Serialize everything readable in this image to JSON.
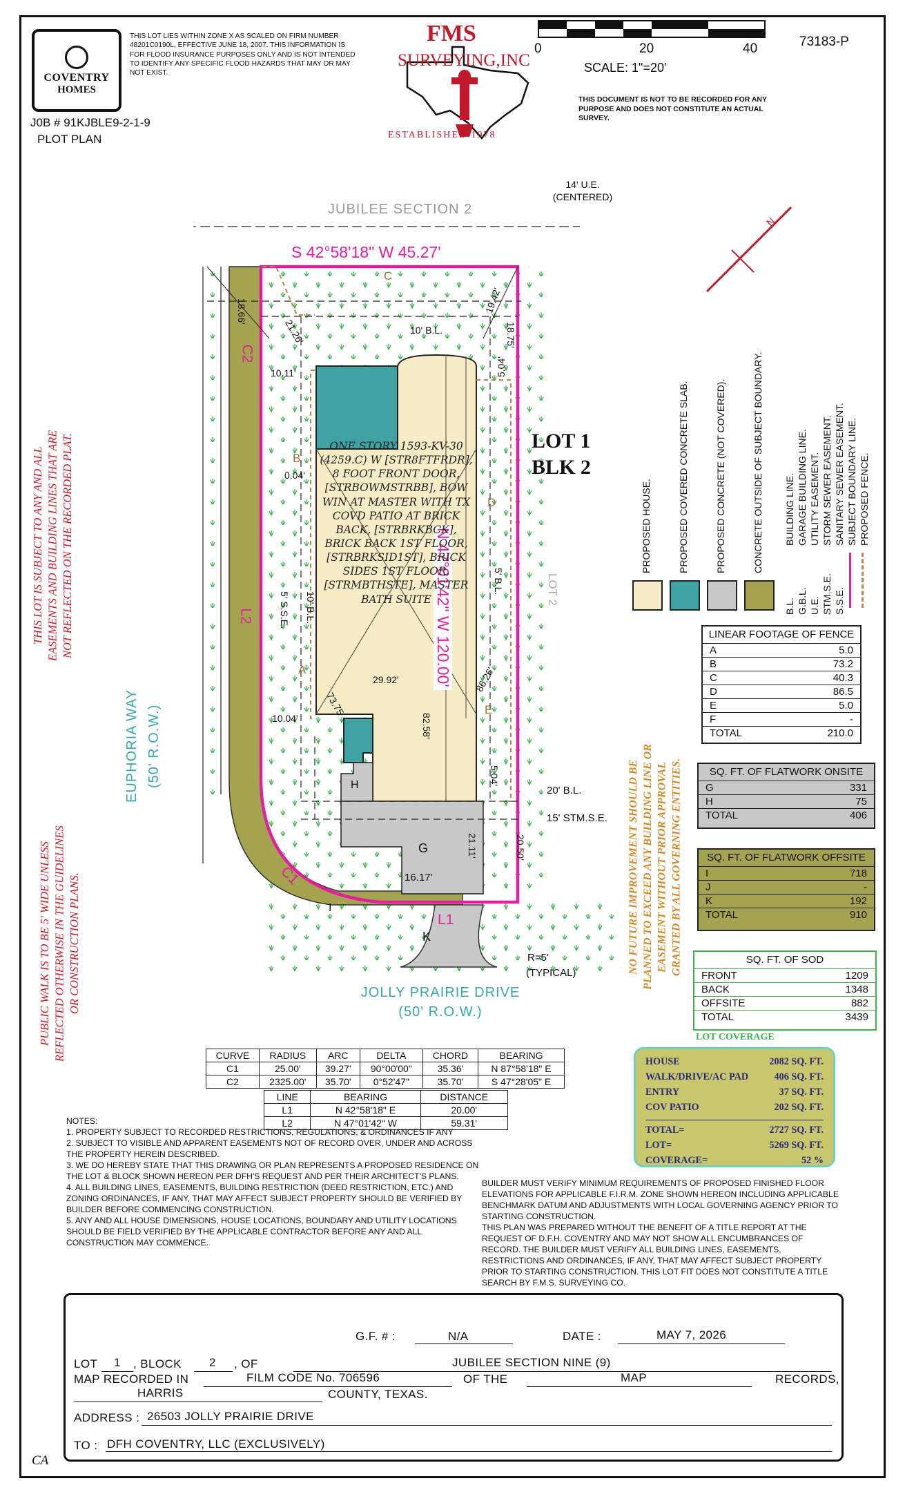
{
  "header": {
    "flood_note": "THIS LOT LIES WITHIN ZONE X AS SCALED ON FIRM NUMBER 48201C0190L, EFFECTIVE JUNE 18, 2007. THIS INFORMATION IS FOR FLOOD INSURANCE PURPOSES ONLY AND IS NOT INTENDED TO IDENTIFY ANY SPECIFIC FLOOD HAZARDS THAT MAY OR MAY NOT EXIST.",
    "logo_line1": "COVENTRY",
    "logo_line2": "HOMES",
    "job_number": "J0B # 91KJBLE9-2-1-9",
    "plot_plan": "PLOT PLAN",
    "surveyor_name": "FMS",
    "surveyor_sub": "SURVEYING,INC",
    "established": "ESTABLISHED 1978",
    "scale_label": "SCALE:  1\"=20'",
    "scale_ticks": [
      "0",
      "20",
      "40"
    ],
    "doc_number": "73183-P",
    "not_survey": "THIS DOCUMENT IS NOT TO BE RECORDED FOR ANY PURPOSE AND DOES NOT CONSTITUTE AN ACTUAL SURVEY."
  },
  "legend": {
    "items": [
      "PROPOSED HOUSE.",
      "PROPOSED COVERED CONCRETE SLAB.",
      "PROPOSED CONCRETE (NOT COVERED).",
      "CONCRETE OUTSIDE OF SUBJECT BOUNDARY."
    ],
    "colors": [
      "#f7ecc6",
      "#3fa3a3",
      "#c8c8c8",
      "#a3a350"
    ],
    "abbrevs": [
      "B.L.",
      "G.B.L.",
      "U.E.",
      "STM.S.E.",
      "S.S.E."
    ],
    "abbrev_meanings": [
      "BUILDING LINE.",
      "GARAGE BUILDING LINE.",
      "UTILITY EASEMENT.",
      "STORM SEWER EASEMENT.",
      "SANITARY SEWER EASEMENT."
    ],
    "subject_line": "SUBJECT BOUNDARY LINE.",
    "fence_line": "PROPOSED FENCE."
  },
  "plan": {
    "top_bearing": "S 42°58'18\" W  45.27'",
    "right_bearing": "N 47°01'42\" W  120.00'",
    "jubilee": "JUBILEE SECTION 2",
    "ue_note": "14' U.E. (CENTERED)",
    "lot_label": "LOT  1",
    "blk_label": "BLK  2",
    "lot2": "LOT 2",
    "euphoria": "EUPHORIA WAY",
    "euphoria_row": "(50' R.O.W.)",
    "jolly": "JOLLY PRAIRIE DRIVE",
    "jolly_row": "(50' R.O.W.)",
    "house_desc": "ONE STORY 1593-KV-30 (4259.C) W [STR8FTFRDR], 8 FOOT FRONT DOOR, [STRBOWMSTRBB], BOW WIN AT MASTER WITH TX COVD PATIO AT BRICK BACK, [STRBRKBCK], BRICK BACK 1ST FLOOR, [STRBRKSID1ST], BRICK SIDES 1ST FLOOR, [STRMBTHSTE], MASTER BATH SUITE",
    "dims": {
      "d1866": "18.66'",
      "d2126": "21.26'",
      "d1942": "19.42'",
      "d1875": "18.75'",
      "bl10": "10' B.L.",
      "d1011": "10.11'",
      "d504a": "5.04'",
      "d004": "0.04'",
      "bl10v": "10' B.L.",
      "sse5": "5' S.S.E.",
      "bl5": "5' B.L.",
      "d2992": "29.92'",
      "d7375": "73.75'",
      "d8626": "86.26'",
      "d8258": "82.58'",
      "d1004": "10.04'",
      "d504b": "5.04'",
      "bl20": "20' B.L.",
      "stm15": "15' STM.S.E.",
      "d2111": "21.11'",
      "d2050": "20.50'",
      "d1617": "16.17'",
      "r5": "R=5'",
      "typical": "(TYPICAL)"
    },
    "letters": [
      "A",
      "B",
      "C",
      "D",
      "E",
      "G",
      "H",
      "K",
      "I",
      "C1",
      "C2",
      "L1",
      "L2"
    ]
  },
  "curve_table": {
    "headers": [
      "CURVE",
      "RADIUS",
      "ARC",
      "DELTA",
      "CHORD",
      "BEARING"
    ],
    "rows": [
      [
        "C1",
        "25.00'",
        "39.27'",
        "90°00'00\"",
        "35.36'",
        "N 87°58'18\" E"
      ],
      [
        "C2",
        "2325.00'",
        "35.70'",
        "0°52'47\"",
        "35.70'",
        "S 47°28'05\" E"
      ]
    ]
  },
  "line_table": {
    "headers": [
      "LINE",
      "BEARING",
      "DISTANCE"
    ],
    "rows": [
      [
        "L1",
        "N 42°58'18\" E",
        "20.00'"
      ],
      [
        "L2",
        "N 47°01'42\" W",
        "59.31'"
      ]
    ]
  },
  "fence": {
    "title": "LINEAR FOOTAGE OF FENCE",
    "rows": [
      [
        "A",
        "5.0"
      ],
      [
        "B",
        "73.2"
      ],
      [
        "C",
        "40.3"
      ],
      [
        "D",
        "86.5"
      ],
      [
        "E",
        "5.0"
      ],
      [
        "F",
        "-"
      ],
      [
        "TOTAL",
        "210.0"
      ]
    ]
  },
  "flat_on": {
    "title": "SQ. FT. OF FLATWORK ONSITE",
    "rows": [
      [
        "G",
        "331"
      ],
      [
        "H",
        "75"
      ],
      [
        "TOTAL",
        "406"
      ]
    ]
  },
  "flat_off": {
    "title": "SQ. FT. OF FLATWORK OFFSITE",
    "rows": [
      [
        "I",
        "718"
      ],
      [
        "J",
        "-"
      ],
      [
        "K",
        "192"
      ],
      [
        "TOTAL",
        "910"
      ]
    ]
  },
  "sod": {
    "title": "SQ. FT. OF SOD",
    "rows": [
      [
        "FRONT",
        "1209"
      ],
      [
        "BACK",
        "1348"
      ],
      [
        "OFFSITE",
        "882"
      ],
      [
        "TOTAL",
        "3439"
      ]
    ]
  },
  "lot_coverage": {
    "title": "LOT COVERAGE",
    "rows": [
      [
        "HOUSE",
        "2082 SQ. FT."
      ],
      [
        "WALK/DRIVE/AC PAD",
        "406 SQ. FT."
      ],
      [
        "ENTRY",
        "37 SQ. FT."
      ],
      [
        "COV PATIO",
        "202 SQ. FT."
      ]
    ],
    "totals": [
      [
        "TOTAL=",
        "2727 SQ. FT."
      ],
      [
        "LOT=",
        "5269 SQ. FT."
      ],
      [
        "COVERAGE=",
        "52 %"
      ]
    ]
  },
  "side_notes": {
    "red_top": [
      "THIS LOT IS SUBJECT TO ANY AND ALL",
      "EASEMENTS AND BUILDING LINES THAT ARE",
      "NOT REFLECTED ON THE RECORDED PLAT."
    ],
    "red_bottom": [
      "PUBLIC WALK IS TO BE 5' WIDE UNLESS",
      "REFLECTED OTHERWISE IN THE GUIDELINES",
      "OR CONSTRUCTION PLANS."
    ],
    "orange": [
      "NO FUTURE IMPROVEMENT SHOULD BE",
      "PLANNED TO EXCEED ANY BUILDING LINE OR",
      "EASEMENT WITHOUT PRIOR APPROVAL",
      "GRANTED BY ALL GOVERNING ENTITIES."
    ]
  },
  "notes": [
    "NOTES:",
    "1. PROPERTY SUBJECT TO RECORDED RESTRICTIONS, REGULATIONS, & ORDINANCES IF ANY",
    "2. SUBJECT TO VISIBLE AND APPARENT EASEMENTS NOT OF RECORD OVER, UNDER AND ACROSS THE PROPERTY HEREIN DESCRIBED.",
    "3. WE DO HEREBY STATE THAT THIS DRAWING OR PLAN REPRESENTS A PROPOSED RESIDENCE ON THE LOT & BLOCK SHOWN HEREON PER DFH'S REQUEST AND PER THEIR ARCHITECT'S PLANS.",
    "4. ALL BUILDING LINES, EASEMENTS, BUILDING RESTRICTION (DEED RESTRICTION, ETC.) AND ZONING ORDINANCES, IF ANY, THAT MAY AFFECT SUBJECT PROPERTY SHOULD BE VERIFIED BY BUILDER BEFORE COMMENCING CONSTRUCTION.",
    "5. ANY AND ALL HOUSE DIMENSIONS, HOUSE LOCATIONS, BOUNDARY AND UTILITY LOCATIONS SHOULD BE FIELD VERIFIED BY THE APPLICABLE CONTRACTOR BEFORE ANY AND ALL CONSTRUCTION MAY COMMENCE."
  ],
  "builder_notes": [
    "BUILDER MUST VERIFY MINIMUM REQUIREMENTS OF PROPOSED FINISHED FLOOR ELEVATIONS FOR APPLICABLE F.I.R.M. ZONE SHOWN HEREON INCLUDING APPLICABLE BENCHMARK DATUM AND ADJUSTMENTS WITH LOCAL GOVERNING AGENCY PRIOR TO STARTING CONSTRUCTION.",
    "THIS PLAN WAS PREPARED WITHOUT THE BENEFIT OF A TITLE REPORT AT THE REQUEST OF D.F.H. COVENTRY AND MAY NOT SHOW ALL ENCUMBRANCES OF RECORD. THE BUILDER MUST VERIFY ALL BUILDING LINES, EASEMENTS, RESTRICTIONS AND ORDINANCES, IF ANY, THAT MAY AFFECT SUBJECT PROPERTY PRIOR TO STARTING CONSTRUCTION. THIS LOT FIT DOES NOT CONSTITUTE A TITLE SEARCH BY F.M.S. SURVEYING CO."
  ],
  "title_block": {
    "gf_label": "G.F.  #  :",
    "gf_value": "N/A",
    "date_label": "DATE  :",
    "date_value": "MAY  7,  2026",
    "lot_label": "LOT",
    "lot_value": "1",
    "block_label": ",  BLOCK",
    "block_value": "2",
    "of_label": ",  OF",
    "subdivision": "JUBILEE  SECTION  NINE  (9)",
    "map_rec_label": "MAP  RECORDED  IN",
    "film_code": "FILM  CODE  No.  706596",
    "of_the": "OF  THE",
    "map": "MAP",
    "records": "RECORDS,",
    "county": "HARRIS",
    "county_label": "COUNTY,  TEXAS.",
    "address_label": "ADDRESS  :",
    "address": "26503  JOLLY  PRAIRIE  DRIVE",
    "to_label": "TO  :",
    "to_value": "DFH  COVENTRY,  LLC      (EXCLUSIVELY)",
    "initials": "CA"
  }
}
